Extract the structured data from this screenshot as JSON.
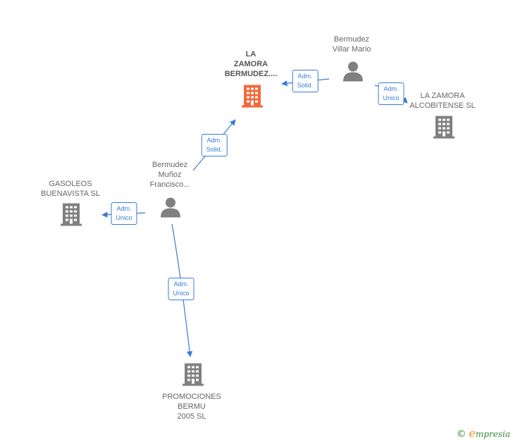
{
  "colors": {
    "edge": "#3a7bd5",
    "company": "#808080",
    "company_main": "#f26a3a",
    "person": "#808080"
  },
  "nodes": {
    "main": {
      "lines": [
        "LA",
        "ZAMORA",
        "BERMUDEZ...."
      ],
      "icon": "building-icon"
    },
    "villar": {
      "lines": [
        "Bermudez",
        "Villar Mario"
      ],
      "icon": "person-icon"
    },
    "alcobitense": {
      "lines": [
        "LA ZAMORA",
        "ALCOBITENSE SL"
      ],
      "icon": "building-icon"
    },
    "francisco": {
      "lines": [
        "Bermudez",
        "Muñoz",
        "Francisco..."
      ],
      "icon": "person-icon"
    },
    "gasoleos": {
      "lines": [
        "GASOLEOS",
        "BUENAVISTA SL"
      ],
      "icon": "building-icon"
    },
    "promociones": {
      "lines": [
        "PROMOCIONES",
        "BERMU",
        "2005 SL"
      ],
      "icon": "building-icon"
    }
  },
  "edges": {
    "villar_main": [
      "Adm.",
      "Solid."
    ],
    "villar_alcobitense": [
      "Adm.",
      "Unico"
    ],
    "francisco_main": [
      "Adm.",
      "Solid."
    ],
    "francisco_gasoleos": [
      "Adm.",
      "Unico"
    ],
    "francisco_promociones": [
      "Adm.",
      "Unico"
    ]
  },
  "footer": {
    "copyright": "©",
    "brand_initial": "e",
    "brand_rest": "mpresia"
  }
}
